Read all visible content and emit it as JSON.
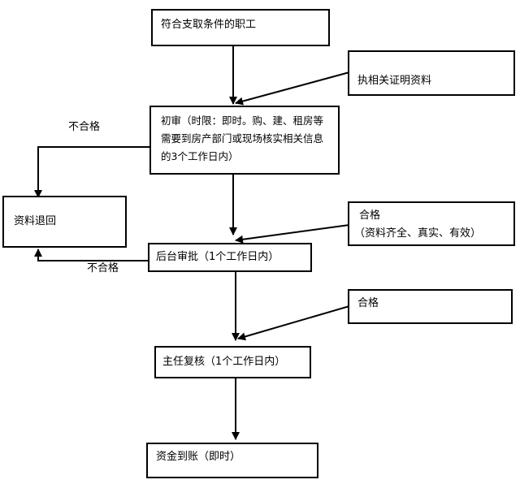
{
  "nodes": {
    "eligible": "符合支取条件的职工",
    "documents": "执相关证明资料",
    "initial_review": "初审（时限：即时。购、建、租房等需要到房产部门或现场核实相关信息的3个工作日内）",
    "returned": "资料退回",
    "pass1_title": "合格",
    "pass1_detail": "（资料齐全、真实、有效）",
    "backend_approval": "后台审批（1个工作日内）",
    "pass2": "合格",
    "director_review": "主任复核（1个工作日内）",
    "funds_arrival": "资金到账（即时）"
  },
  "edge_labels": {
    "fail_initial": "不合格",
    "fail_backend": "不合格"
  }
}
